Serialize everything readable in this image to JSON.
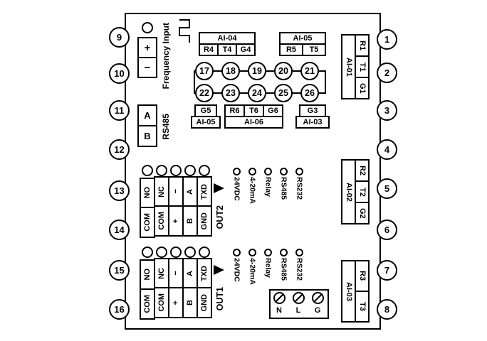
{
  "terminals": {
    "left": [
      "9",
      "10",
      "11",
      "12",
      "13",
      "14",
      "15",
      "16"
    ],
    "right": [
      "1",
      "2",
      "3",
      "4",
      "5",
      "6",
      "7",
      "8"
    ],
    "mid_top": [
      "17",
      "18",
      "19",
      "20",
      "21"
    ],
    "mid_bottom": [
      "22",
      "23",
      "24",
      "25",
      "26"
    ]
  },
  "frequency_input": {
    "label": "Frequency Input",
    "plus": "+",
    "minus": "−"
  },
  "rs485_block": {
    "label": "RS485",
    "a": "A",
    "b": "B"
  },
  "ai04": {
    "label": "AI-04",
    "cells": [
      "R4",
      "T4",
      "G4"
    ]
  },
  "ai05_top": {
    "label": "AI-05",
    "cells": [
      "R5",
      "T5"
    ]
  },
  "ai05_mid": {
    "label": "AI-05",
    "cell": "G5"
  },
  "ai06": {
    "label": "AI-06",
    "cells": [
      "R6",
      "T6",
      "G6"
    ]
  },
  "ai03_mid": {
    "label": "AI-03",
    "cell": "G3"
  },
  "ai01": {
    "label": "AI-01",
    "cells": [
      "R1",
      "T1",
      "G1"
    ]
  },
  "ai02": {
    "label": "AI-02",
    "cells": [
      "R2",
      "T2",
      "G2"
    ]
  },
  "ai03_right": {
    "label": "AI-03",
    "cells": [
      "R3",
      "T3"
    ]
  },
  "out2": {
    "label": "OUT2",
    "row_top": [
      "NO",
      "NC",
      "−",
      "A",
      "TXD"
    ],
    "row_bottom": [
      "COM",
      "COM",
      "+",
      "B",
      "GND"
    ],
    "options": [
      "24VDC",
      "4-20mA",
      "Relay",
      "RS485",
      "RS232"
    ]
  },
  "out1": {
    "label": "OUT1",
    "row_top": [
      "NO",
      "NC",
      "−",
      "A",
      "TXD"
    ],
    "row_bottom": [
      "COM",
      "COM",
      "+",
      "B",
      "GND"
    ],
    "options": [
      "24VDC",
      "4-20mA",
      "Relay",
      "RS485",
      "RS232"
    ]
  },
  "power": {
    "n": "N",
    "l": "L",
    "g": "G"
  },
  "colors": {
    "ink": "#000000",
    "bg": "#ffffff"
  }
}
